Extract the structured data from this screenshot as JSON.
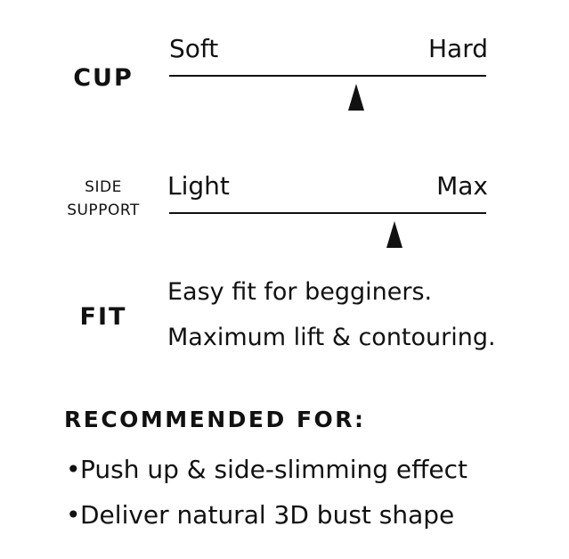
{
  "cup": {
    "label": "CUP",
    "min_label": "Soft",
    "max_label": "Hard",
    "level": 0.59
  },
  "side_support": {
    "label_line1": "SIDE",
    "label_line2": "SUPPORT",
    "min_label": "Light",
    "max_label": "Max",
    "level": 0.71
  },
  "fit": {
    "label": "FIT",
    "lines": [
      "Easy fit for begginers.",
      "Maximum lift & contouring."
    ]
  },
  "recommended": {
    "title": "RECOMMENDED FOR:",
    "bullet": "•",
    "items": [
      "Push up & side-slimming effect",
      "Deliver natural 3D bust shape"
    ]
  }
}
